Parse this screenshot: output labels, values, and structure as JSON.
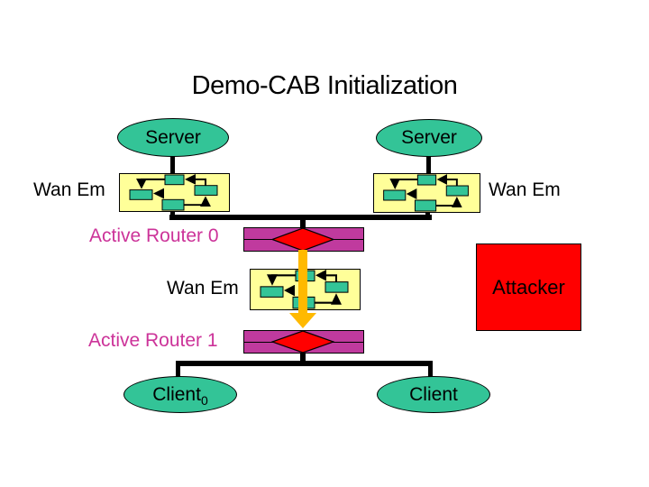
{
  "slide": {
    "title": "Demo-CAB Initialization",
    "colors": {
      "node_green": "#33C497",
      "box_yellow": "#FFFF99",
      "bar_magenta": "#C03A9E",
      "label_magenta": "#CC3399",
      "alert_red": "#FF0000",
      "arrow_orange": "#FFB900",
      "line_black": "#000000"
    },
    "nodes": {
      "server_left": {
        "label": "Server"
      },
      "server_right": {
        "label": "Server"
      },
      "wan_em_left": {
        "label": "Wan Em"
      },
      "wan_em_right": {
        "label": "Wan Em"
      },
      "wan_em_middle": {
        "label": "Wan Em"
      },
      "router0": {
        "label": "Active Router 0"
      },
      "router1": {
        "label": "Active Router 1"
      },
      "attacker": {
        "label": "Attacker"
      },
      "client_left": {
        "label": "Client",
        "subscript": "0"
      },
      "client_right": {
        "label": "Client",
        "subscript": ""
      }
    }
  }
}
